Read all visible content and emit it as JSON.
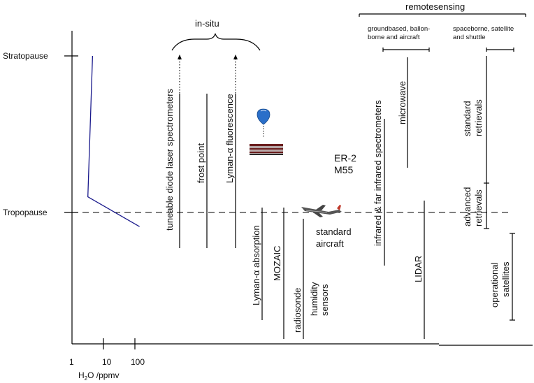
{
  "axes": {
    "y_ticks": [
      "Stratopause",
      "Tropopause"
    ],
    "x_ticks": [
      "1",
      "10",
      "100"
    ],
    "x_label_main": "H",
    "x_label_sub": "2",
    "x_label_rest": "O /ppmv"
  },
  "groups": {
    "in_situ": "in-situ",
    "remote": "remotesensing",
    "ground": [
      "groundbased, ballon-",
      "borne and aircraft"
    ],
    "space": [
      "spaceborne, satellite",
      "and shuttle"
    ]
  },
  "instruments": {
    "tdl": "tuneable diode laser spectrometers",
    "frost": "frost point",
    "lyman_f": "Lyman-α fluorescence",
    "lyman_a": "Lyman-α absorption",
    "mozaic": "MOZAIC",
    "radiosonde": "radiosonde",
    "humidity": [
      "humidity",
      "sensors"
    ],
    "er2": [
      "ER-2",
      "M55"
    ],
    "std_aircraft": [
      "standard",
      "aircraft"
    ],
    "infrared": "infrared & far infrared spectrometers",
    "microwave": "microwave",
    "lidar": "LIDAR",
    "std_retr": [
      "standard",
      "retrievals"
    ],
    "adv_retr": [
      "advanced",
      "retrievals"
    ],
    "op_sat": [
      "operational",
      "satellites"
    ]
  },
  "profile": {
    "points": [
      [
        4.5,
        1.0
      ],
      [
        3.2,
        0.1
      ],
      [
        140,
        -0.09
      ]
    ],
    "color": "#1a1a8c"
  },
  "colors": {
    "balloon": "#2a6fc9",
    "stripe_dark": "#6b1f1f",
    "stripe_mid": "#b7a6a6",
    "aircraft": "#555555"
  }
}
